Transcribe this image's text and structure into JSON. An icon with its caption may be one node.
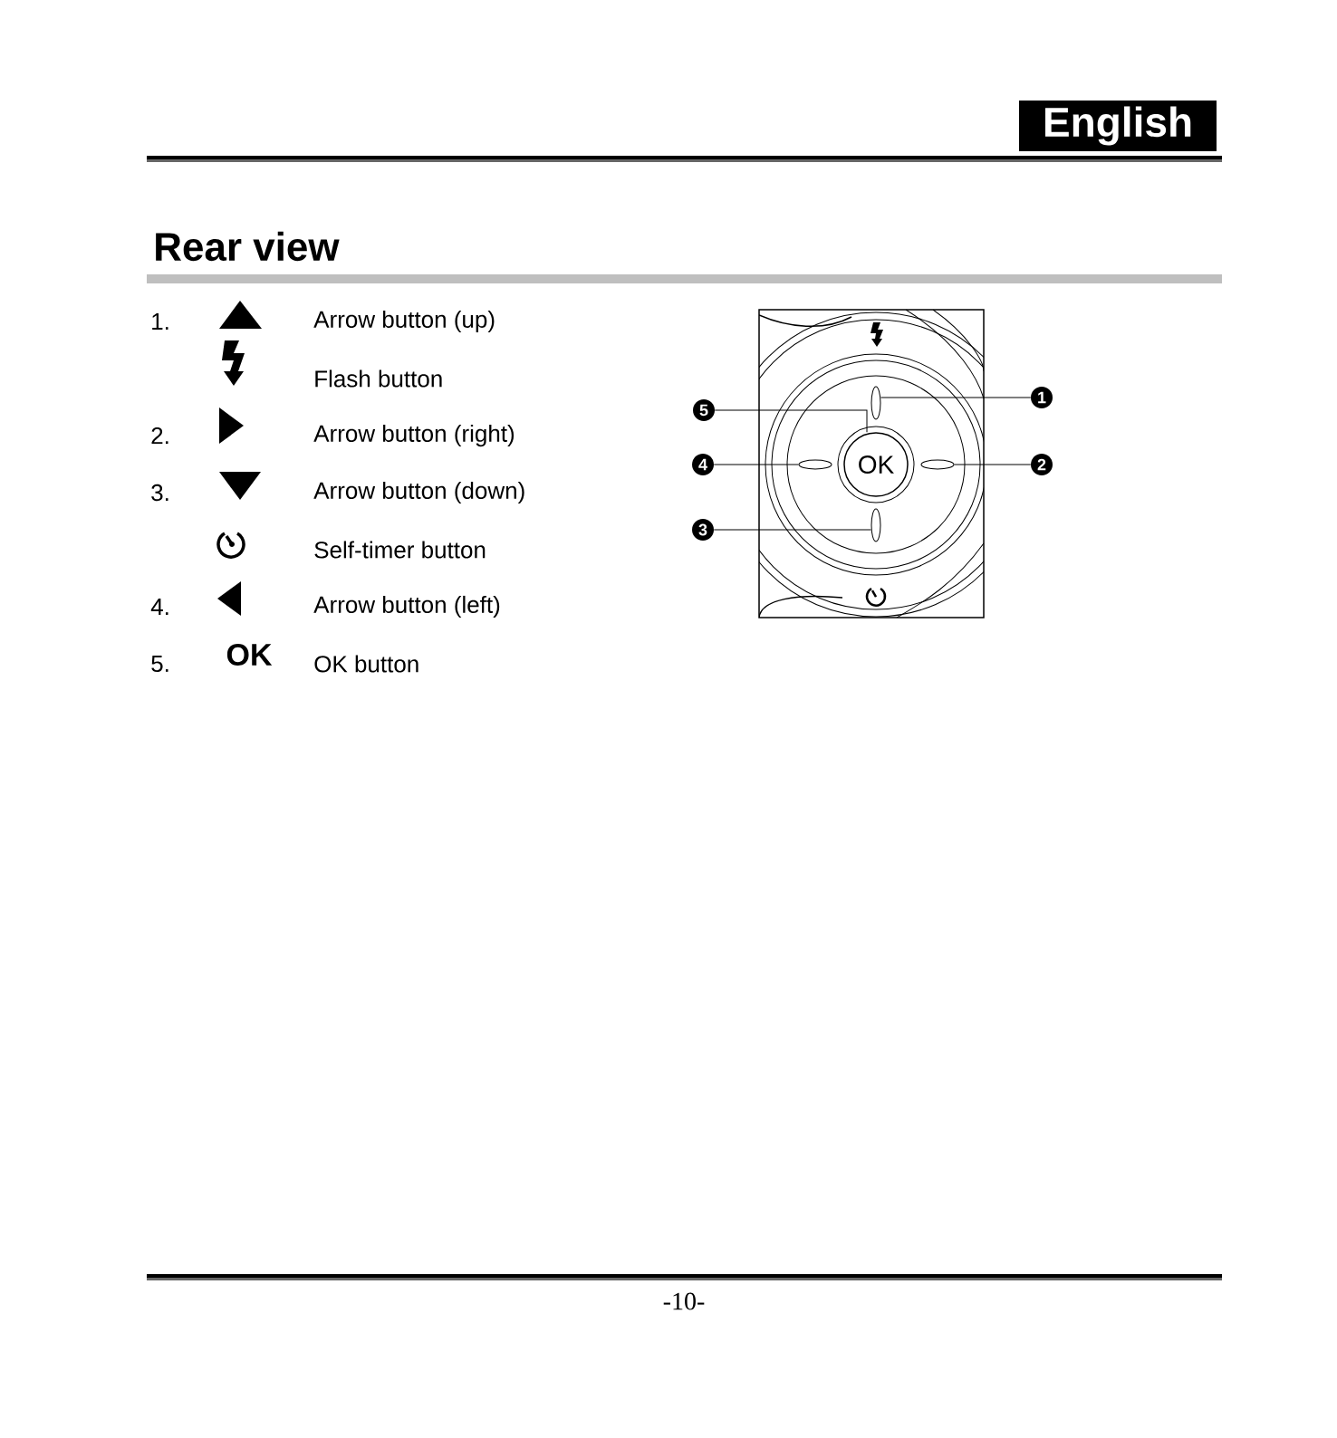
{
  "diagram": {
    "title": "Rear view",
    "nodes": [
      {
        "text": [
          "1"
        ]
      },
      {
        "text": [
          "5"
        ]
      },
      {
        "text": [
          "4"
        ]
      },
      {
        "text": [
          "2"
        ]
      },
      {
        "text": [
          "3"
        ]
      },
      {
        "text": [],
        "shape": "ellipse"
      },
      {
        "text": [
          "OK"
        ]
      },
      {
        "text": [],
        "shape": "ellipse"
      },
      {
        "text": [],
        "shape": "ellipse"
      },
      {
        "text": [],
        "shape": "ellipse"
      }
    ],
    "edges": [
      {
        "from": 0,
        "to": 5,
        "arrow": "none"
      },
      {
        "from": 1,
        "to": 6,
        "arrow": "none"
      },
      {
        "from": 2,
        "to": 7,
        "arrow": "none"
      },
      {
        "from": 3,
        "to": 8,
        "arrow": "none"
      },
      {
        "from": 4,
        "to": 9,
        "arrow": "none"
      }
    ],
    "labels": [
      "English",
      "1.",
      "Arrow button (up)",
      "Flash button",
      "2.",
      "Arrow button (right)",
      "3.",
      "Arrow button (down)",
      "Self-timer button",
      "4.",
      "Arrow button (left)",
      "5.",
      "OK",
      "OK button",
      "-10-"
    ]
  }
}
